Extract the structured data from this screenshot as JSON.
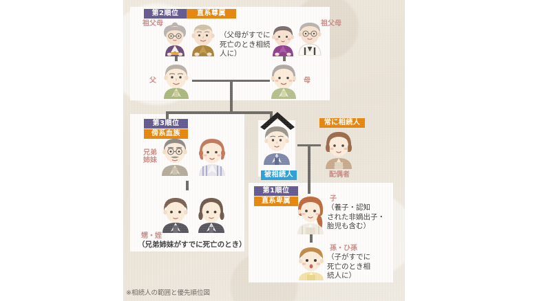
{
  "figure": {
    "caption": "※相続人の範囲と優先順位図"
  },
  "badges": {
    "rank2_rank": "第2順位",
    "rank2_type": "直系尊属",
    "rank3_rank": "第3順位",
    "rank3_type": "傍系血族",
    "rank1_rank": "第1順位",
    "rank1_type": "直系卑属",
    "always_heir": "常に相続人",
    "decedent": "被相続人"
  },
  "labels": {
    "grandparents_left": "祖父母",
    "grandparents_right": "祖父母",
    "grandparents_note": "（父母がすでに\n死亡のとき相続\n人に）",
    "father": "父",
    "mother": "母",
    "siblings": "兄弟\n姉妹",
    "nephew_niece": "甥・姪",
    "nephew_niece_note": "（兄弟姉妹がすでに死亡のとき）",
    "spouse": "配偶者",
    "child": "子",
    "child_note": "（養子・認知\nされた非嫡出子・\n胎児も含む）",
    "grandchild": "孫・ひ孫",
    "grandchild_note": "（子がすでに\n死亡のとき相\n続人に）"
  },
  "colors": {
    "rank_purple": "#63598f",
    "type_orange": "#e4860e",
    "decedent_blue": "#2a9fd8",
    "label_pink": "#c98b84",
    "line_gray": "#6e6b66",
    "panel_white": "#fdfcfa",
    "background_beige": "#ece6da"
  }
}
